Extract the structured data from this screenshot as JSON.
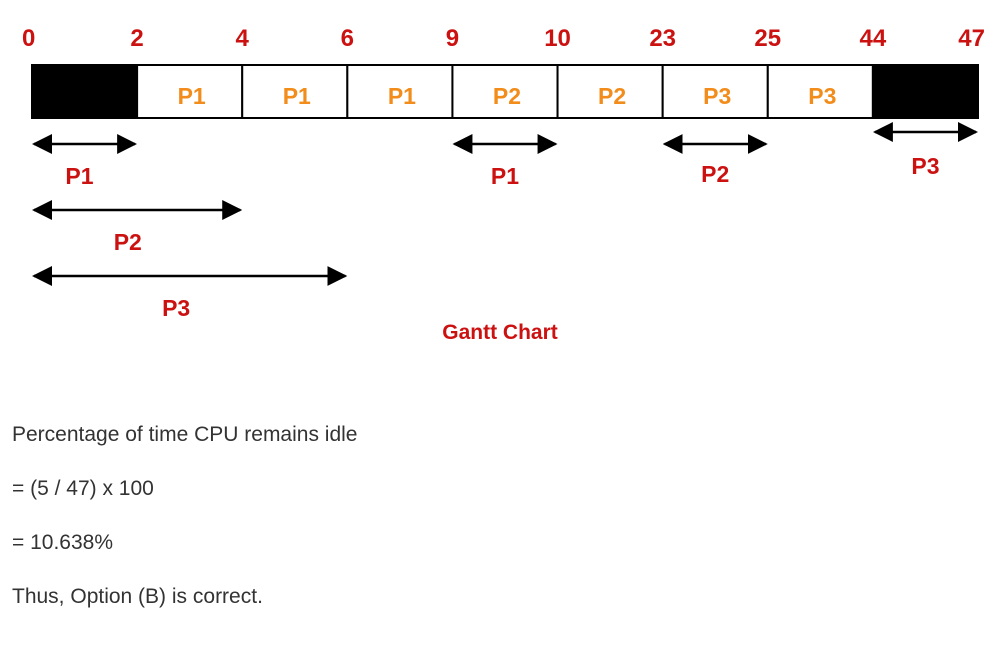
{
  "colors": {
    "tick": "#cc1111",
    "cell_label": "#f28c1a",
    "arrow_label": "#cc1111",
    "caption": "#cc1111",
    "idle": "#000000",
    "border": "#000000",
    "text": "#333333"
  },
  "gantt": {
    "ticks": [
      "0",
      "2",
      "4",
      "6",
      "9",
      "10",
      "23",
      "25",
      "44",
      "47"
    ],
    "cells": [
      {
        "label": "",
        "idle": true
      },
      {
        "label": "P1",
        "idle": false
      },
      {
        "label": "P1",
        "idle": false
      },
      {
        "label": "P1",
        "idle": false
      },
      {
        "label": "P2",
        "idle": false
      },
      {
        "label": "P2",
        "idle": false
      },
      {
        "label": "P3",
        "idle": false
      },
      {
        "label": "P3",
        "idle": false
      },
      {
        "label": "",
        "idle": true
      }
    ],
    "arrows": [
      {
        "label": "P1",
        "from": 0,
        "to": 1,
        "row": 0
      },
      {
        "label": "P2",
        "from": 0,
        "to": 2,
        "row": 1
      },
      {
        "label": "P3",
        "from": 0,
        "to": 3,
        "row": 2
      },
      {
        "label": "P1",
        "from": 4,
        "to": 5,
        "row": 0
      },
      {
        "label": "P2",
        "from": 6,
        "to": 7,
        "row": 0
      },
      {
        "label": "P3",
        "from": 8,
        "to": 9,
        "row": 0
      }
    ],
    "caption": "Gantt Chart"
  },
  "text": {
    "line1": "Percentage of time CPU remains idle",
    "line2": "= (5 / 47) x 100",
    "line3": "= 10.638%",
    "line4": "Thus, Option (B) is correct."
  }
}
